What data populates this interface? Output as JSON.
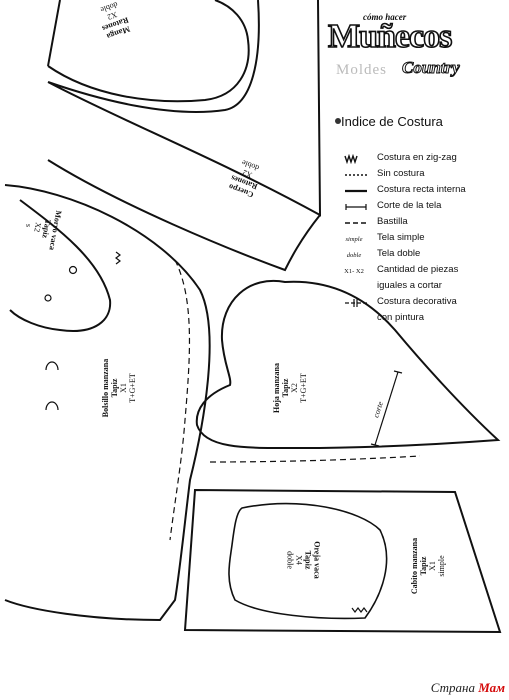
{
  "logo": {
    "subtitle": "cómo hacer",
    "title": "Muñecos",
    "moldes": "Moldes",
    "country": "Country"
  },
  "legend": {
    "title": "Indice de Costura",
    "items": [
      {
        "symbol": "zigzag-icon",
        "label": "Costura en zig-zag"
      },
      {
        "symbol": "dotted-line-icon",
        "label": "Sin costura"
      },
      {
        "symbol": "solid-line-icon",
        "label": "Costura recta interna"
      },
      {
        "symbol": "cut-line-icon",
        "label": "Corte de la tela"
      },
      {
        "symbol": "dash-line-icon",
        "label": "Bastilla"
      },
      {
        "symbol_text": "simple",
        "label": "Tela simple"
      },
      {
        "symbol_text": "doble",
        "label": "Tela doble"
      },
      {
        "symbol_text": "X1- X2",
        "label": "Cantidad de piezas",
        "label2": "iguales a cortar"
      },
      {
        "symbol": "decorative-seam-icon",
        "label": "Costura decorativa",
        "label2": "con pintura"
      }
    ]
  },
  "pieces": {
    "manga": {
      "l1": "Manga",
      "l2": "Ratones",
      "l3": "X2",
      "l4": "doble"
    },
    "cuerpo": {
      "l1": "Cuerpo",
      "l2": "Ratones",
      "l3": "X2",
      "l4": "doble"
    },
    "morro": {
      "l1": "Morro vaca",
      "l2": "Tapiz",
      "l3": "X2",
      "l4": "s"
    },
    "bolsillo": {
      "l1": "Bolsillo manzana",
      "l2": "Tapiz",
      "l3": "X1",
      "l4": "T+G+ET"
    },
    "hoja": {
      "l1": "Hoja manzana",
      "l2": "Tapiz",
      "l3": "X2",
      "l4": "T+G+ET",
      "corte": "corte"
    },
    "oreja": {
      "l1": "Oreja vaca",
      "l2": "Tapiz",
      "l3": "X4",
      "l4": "doble"
    },
    "cabito": {
      "l1": "Cabito manzana",
      "l2": "Tapiz",
      "l3": "X1",
      "l4": "simple"
    }
  },
  "watermark": {
    "a": "Страна ",
    "b": "Мам"
  }
}
